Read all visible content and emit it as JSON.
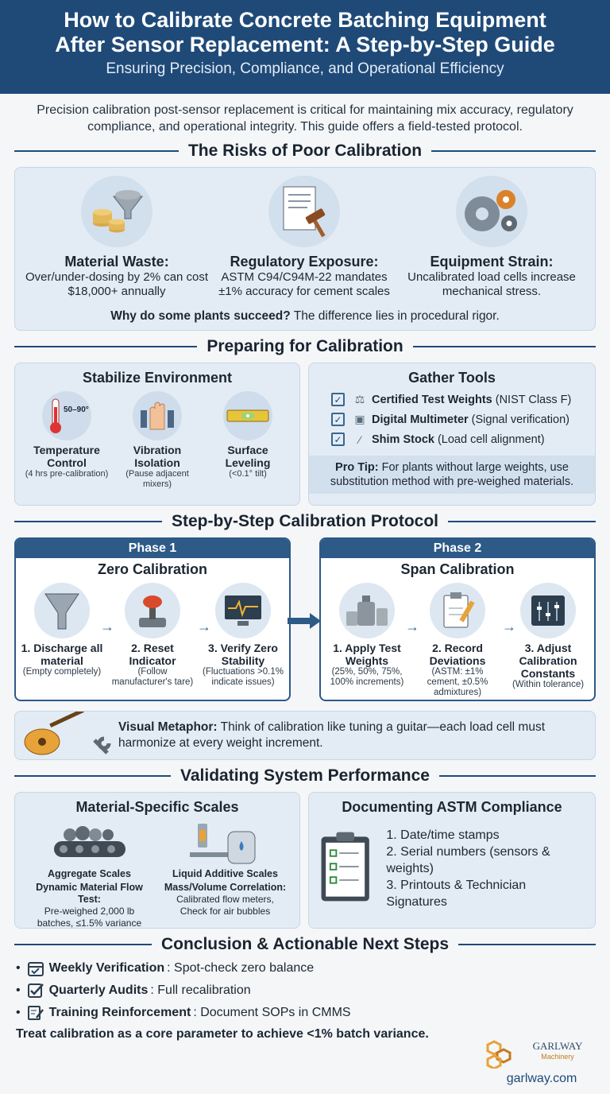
{
  "header": {
    "title_line1": "How to Calibrate Concrete Batching Equipment",
    "title_line2": "After Sensor Replacement: A Step-by-Step Guide",
    "subtitle": "Ensuring Precision, Compliance, and Operational Efficiency"
  },
  "intro": "Precision calibration post-sensor replacement is critical for maintaining mix accuracy, regulatory compliance, and operational integrity. This guide offers a field-tested protocol.",
  "risks": {
    "title": "The Risks of Poor Calibration",
    "items": [
      {
        "heading": "Material Waste:",
        "text": "Over/under-dosing by 2% can cost $18,000+ annually",
        "icon": "coins-funnel-icon"
      },
      {
        "heading": "Regulatory Exposure:",
        "text": "ASTM C94/C94M-22 mandates ±1% accuracy for cement scales",
        "icon": "gavel-document-icon"
      },
      {
        "heading": "Equipment Strain:",
        "text": "Uncalibrated load cells increase mechanical stress.",
        "icon": "gears-icon"
      }
    ],
    "question_bold": "Why do some plants succeed?",
    "question_rest": " The difference lies in procedural rigor."
  },
  "prep": {
    "title": "Preparing for Calibration",
    "stabilize": {
      "title": "Stabilize Environment",
      "thermo_text": "50–90°F",
      "items": [
        {
          "label": "Temperature Control",
          "note": "(4 hrs pre-calibration)",
          "icon": "thermometer-icon"
        },
        {
          "label": "Vibration Isolation",
          "note": "(Pause adjacent mixers)",
          "icon": "hand-stop-icon"
        },
        {
          "label": "Surface Leveling",
          "note": "(<0.1° tilt)",
          "icon": "spirit-level-icon"
        }
      ]
    },
    "tools": {
      "title": "Gather Tools",
      "items": [
        {
          "name": "Certified Test Weights",
          "detail": "(NIST Class F)",
          "icon": "weight-icon"
        },
        {
          "name": "Digital Multimeter",
          "detail": "(Signal verification)",
          "icon": "multimeter-icon"
        },
        {
          "name": "Shim Stock",
          "detail": "(Load cell alignment)",
          "icon": "shim-icon"
        }
      ],
      "protip_bold": "Pro Tip:",
      "protip_text": " For plants without large weights, use substitution method with pre-weighed materials."
    }
  },
  "protocol": {
    "title": "Step-by-Step Calibration Protocol",
    "phase1": {
      "tag": "Phase 1",
      "title": "Zero Calibration",
      "steps": [
        {
          "label": "1. Discharge all material",
          "note": "(Empty completely)",
          "icon": "hopper-icon"
        },
        {
          "label": "2. Reset Indicator",
          "note": "(Follow manufacturer's tare)",
          "icon": "reset-button-icon"
        },
        {
          "label": "3. Verify Zero Stability",
          "note": "(Fluctuations >0.1% indicate issues)",
          "icon": "monitor-icon"
        }
      ]
    },
    "phase2": {
      "tag": "Phase 2",
      "title": "Span Calibration",
      "steps": [
        {
          "label": "1. Apply Test Weights",
          "note": "(25%, 50%, 75%, 100% increments)",
          "icon": "test-weights-icon"
        },
        {
          "label": "2. Record Deviations",
          "note": "(ASTM: ±1% cement, ±0.5% admixtures)",
          "icon": "clipboard-pencil-icon"
        },
        {
          "label": "3. Adjust Calibration Constants",
          "note": "(Within tolerance)",
          "icon": "control-panel-icon"
        }
      ]
    },
    "metaphor_bold": "Visual Metaphor:",
    "metaphor_text": " Think of calibration like tuning a guitar—each load cell must harmonize at every weight increment."
  },
  "validate": {
    "title": "Validating System Performance",
    "materials": {
      "title": "Material-Specific Scales",
      "items": [
        {
          "label1": "Aggregate Scales",
          "label2": "Dynamic Material Flow Test:",
          "note": "Pre-weighed 2,000 lb batches, ≤1.5% variance",
          "icon": "conveyor-icon"
        },
        {
          "label1": "Liquid Additive Scales",
          "label2": "Mass/Volume Correlation:",
          "note": "Calibrated flow meters, Check for air bubbles",
          "icon": "tank-icon"
        }
      ]
    },
    "docs": {
      "title": "Documenting ASTM Compliance",
      "items": [
        "1. Date/time stamps",
        "2. Serial numbers (sensors & weights)",
        "3. Printouts & Technician Signatures"
      ]
    }
  },
  "conclusion": {
    "title": "Conclusion & Actionable Next Steps",
    "items": [
      {
        "bold": "Weekly Verification",
        "text": ": Spot-check zero balance",
        "icon": "calendar-check-icon"
      },
      {
        "bold": "Quarterly Audits",
        "text": ": Full recalibration",
        "icon": "checkbox-icon"
      },
      {
        "bold": "Training Reinforcement",
        "text": ": Document SOPs in CMMS",
        "icon": "edit-doc-icon"
      }
    ],
    "final": "Treat calibration as a core parameter to achieve <1% batch variance."
  },
  "logo": {
    "brand": "GARLWAY",
    "sub": "Machinery",
    "url": "garlway.com"
  }
}
